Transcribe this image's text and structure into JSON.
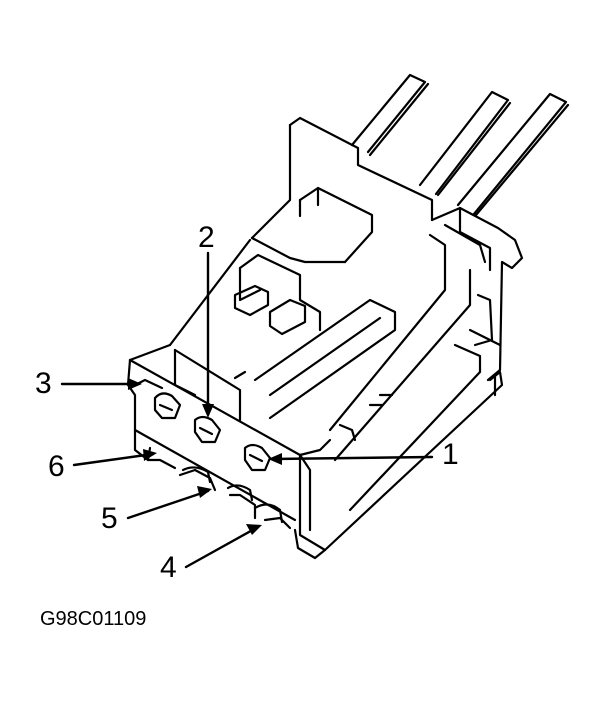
{
  "diagram": {
    "figure_id": "G98C01109",
    "callouts": [
      "1",
      "2",
      "3",
      "4",
      "5",
      "6"
    ]
  },
  "colors": {
    "ink": "#000000",
    "paper": "#ffffff"
  }
}
